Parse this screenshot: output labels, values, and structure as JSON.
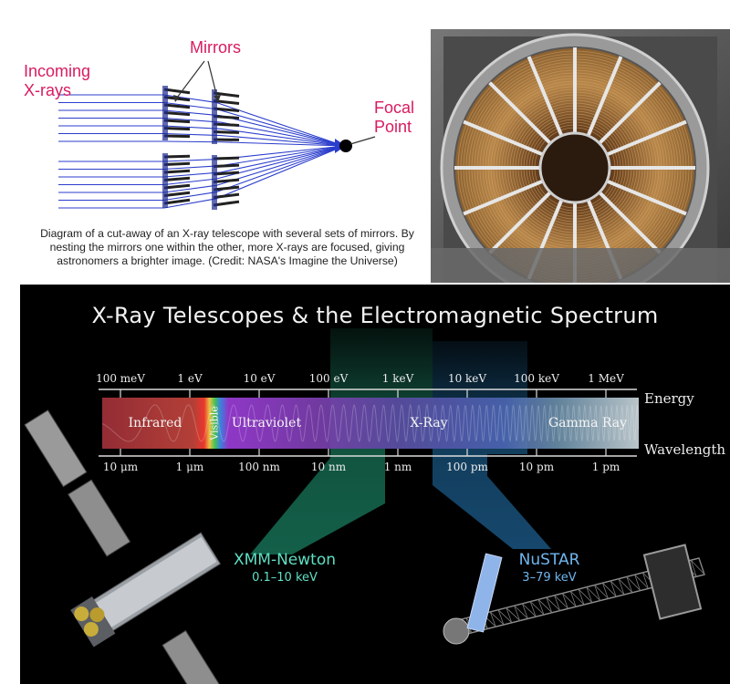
{
  "diagram": {
    "label_mirrors": "Mirrors",
    "label_incoming_line1": "Incoming",
    "label_incoming_line2": "X-rays",
    "label_focal_line1": "Focal",
    "label_focal_line2": "Point",
    "caption_line1": "Diagram of a cut-away of an X-ray telescope with several sets of mirrors. By",
    "caption_line2": "nesting the mirrors one within the other, more X-rays are focused, giving",
    "caption_line3": "astronomers a brighter image. (Credit: NASA's Imagine the Universe)",
    "label_color": "#d81b60",
    "ray_color": "#2b3dcc"
  },
  "spectrum": {
    "title": "X-Ray Telescopes & the Electromagnetic Spectrum",
    "energy_label": "Energy",
    "wavelength_label": "Wavelength",
    "energy_ticks": [
      "100 meV",
      "1 eV",
      "10 eV",
      "100 eV",
      "1 keV",
      "10 keV",
      "100 keV",
      "1 MeV"
    ],
    "wavelength_ticks": [
      "10 μm",
      "1 μm",
      "100 nm",
      "10 nm",
      "1 nm",
      "100 pm",
      "10 pm",
      "1 pm"
    ],
    "bands": {
      "infrared": "Infrared",
      "visible": "Visible",
      "ultraviolet": "Ultraviolet",
      "xray": "X-Ray",
      "gamma": "Gamma Ray"
    },
    "xmm": {
      "name": "XMM-Newton",
      "range": "0.1–10 keV",
      "color": "#5ee0c4"
    },
    "nustar": {
      "name": "NuSTAR",
      "range": "3–79 keV",
      "color": "#6fb6ef"
    }
  }
}
